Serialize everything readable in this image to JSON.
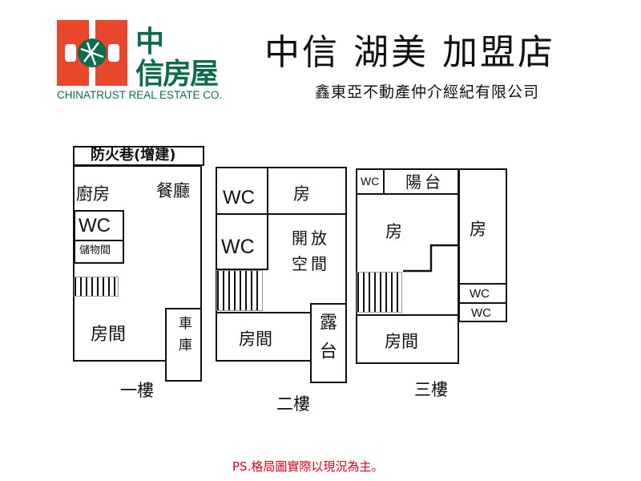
{
  "logo": {
    "brand_cn_top": "中",
    "brand_cn_bottom": "信房屋",
    "brand_en": "CHINATRUST REAL ESTATE CO.",
    "red": "#e8472b",
    "green": "#0f6b4c"
  },
  "header": {
    "title": "中信 湖美 加盟店",
    "subtitle": "鑫東亞不動產仲介經紀有限公司"
  },
  "floor1": {
    "name": "一樓",
    "fire_lane": "防火巷(增建)",
    "kitchen": "廚房",
    "dining": "餐廳",
    "wc": "WC",
    "storage": "儲物間",
    "room": "房間",
    "garage": "車庫"
  },
  "floor2": {
    "name": "二樓",
    "wc1": "WC",
    "room_top": "房",
    "wc2": "WC",
    "open_space_1": "開放",
    "open_space_2": "空間",
    "room": "房間",
    "terrace": "露台"
  },
  "floor3": {
    "name": "三樓",
    "wc_top": "WC",
    "balcony": "陽台",
    "room_left": "房",
    "room_right": "房",
    "wc_a": "WC",
    "wc_b": "WC",
    "room": "房間"
  },
  "footer": {
    "note": "PS.格局圖實際以現況為主。",
    "note_color": "#d0021b"
  }
}
